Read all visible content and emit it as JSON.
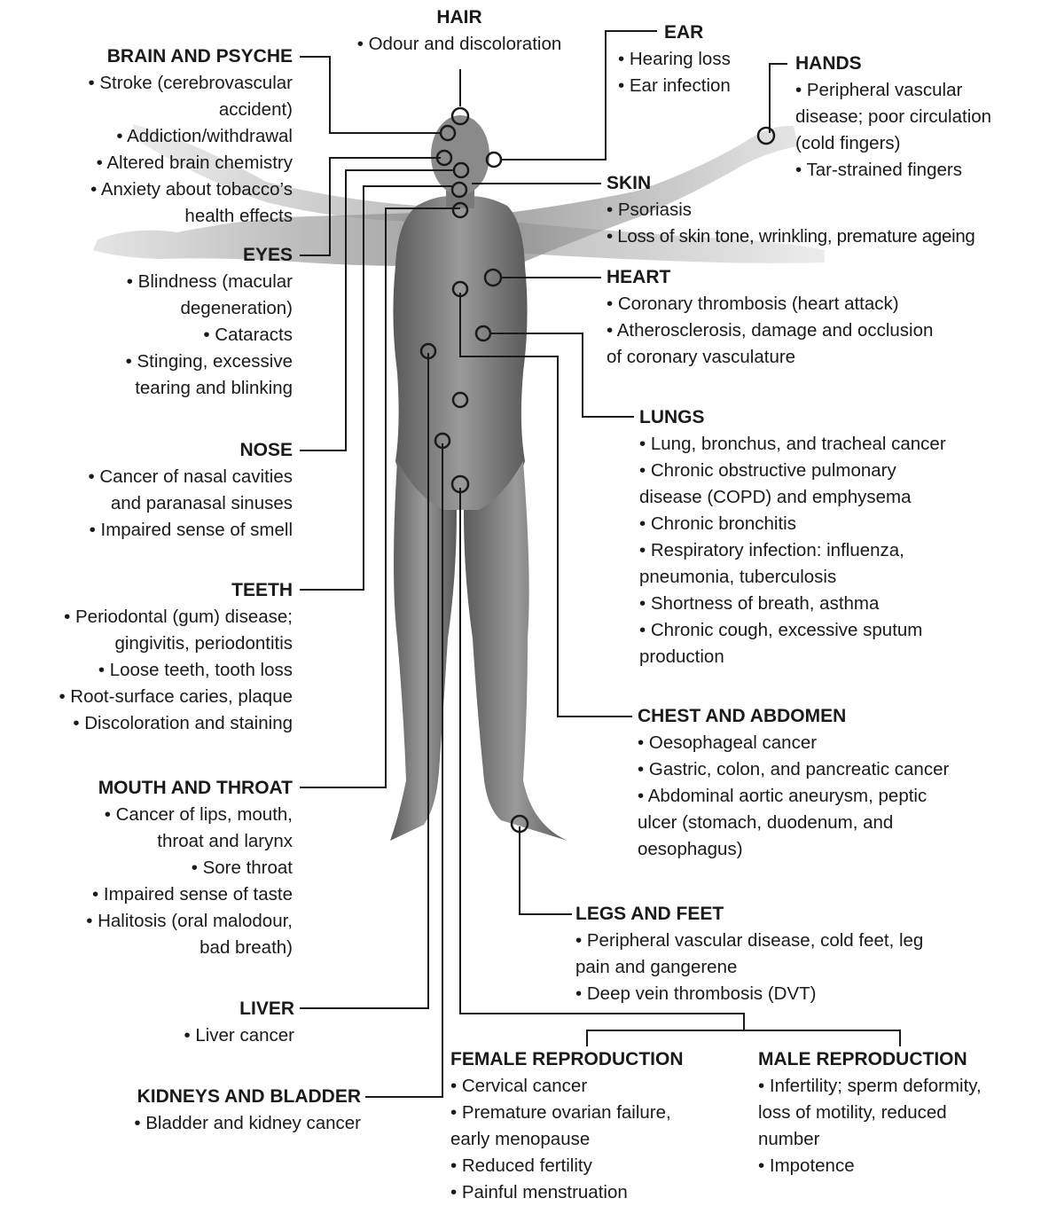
{
  "sections": {
    "hair": {
      "title": "HAIR",
      "items": [
        "• Odour and discoloration"
      ]
    },
    "ear": {
      "title": "EAR",
      "items": [
        "• Hearing loss",
        "• Ear infection"
      ]
    },
    "hands": {
      "title": "HANDS",
      "items": [
        "• Peripheral vascular\ndisease; poor circulation\n(cold fingers)",
        "• Tar-strained fingers"
      ]
    },
    "brain": {
      "title": "BRAIN AND PSYCHE",
      "items": [
        "• Stroke (cerebrovascular\naccident)",
        "• Addiction/withdrawal",
        "• Altered brain chemistry",
        "• Anxiety about tobacco’s\nhealth effects"
      ]
    },
    "skin": {
      "title": "SKIN",
      "items": [
        "• Psoriasis",
        "• Loss of skin tone, wrinkling, premature ageing"
      ]
    },
    "eyes": {
      "title": "EYES",
      "items": [
        "• Blindness (macular\ndegeneration)",
        "• Cataracts",
        "• Stinging, excessive\ntearing and blinking"
      ]
    },
    "heart": {
      "title": "HEART",
      "items": [
        "• Coronary thrombosis (heart attack)",
        "• Atherosclerosis, damage and occlusion\nof coronary vasculature"
      ]
    },
    "lungs": {
      "title": "LUNGS",
      "items": [
        "• Lung, bronchus, and tracheal cancer",
        "• Chronic obstructive pulmonary\ndisease (COPD) and emphysema",
        "• Chronic bronchitis",
        "• Respiratory infection: influenza,\npneumonia, tuberculosis",
        "• Shortness of breath, asthma",
        "• Chronic cough, excessive sputum\nproduction"
      ]
    },
    "nose": {
      "title": "NOSE",
      "items": [
        "• Cancer of nasal cavities\nand paranasal sinuses",
        "• Impaired sense of smell"
      ]
    },
    "teeth": {
      "title": "TEETH",
      "items": [
        "• Periodontal (gum) disease;\ngingivitis, periodontitis",
        "• Loose teeth, tooth loss",
        "• Root-surface caries, plaque",
        "• Discoloration and staining"
      ]
    },
    "chest": {
      "title": "CHEST AND ABDOMEN",
      "items": [
        "• Oesophageal cancer",
        "• Gastric, colon, and pancreatic cancer",
        "• Abdominal aortic aneurysm, peptic\nulcer (stomach, duodenum, and\noesophagus)"
      ]
    },
    "mouth": {
      "title": "MOUTH AND THROAT",
      "items": [
        "• Cancer of lips, mouth,\nthroat and larynx",
        "• Sore throat",
        "• Impaired sense of taste",
        "• Halitosis (oral malodour,\nbad breath)"
      ]
    },
    "legs": {
      "title": "LEGS AND FEET",
      "items": [
        "• Peripheral vascular disease, cold feet, leg\npain and gangerene",
        "• Deep vein thrombosis (DVT)"
      ]
    },
    "liver": {
      "title": "LIVER",
      "items": [
        "• Liver cancer"
      ]
    },
    "kidneys": {
      "title": "KIDNEYS AND BLADDER",
      "items": [
        "• Bladder and kidney cancer"
      ]
    },
    "female": {
      "title": "FEMALE REPRODUCTION",
      "items": [
        "• Cervical cancer",
        "• Premature ovarian failure,\nearly menopause",
        "• Reduced fertility",
        "• Painful menstruation"
      ]
    },
    "male": {
      "title": "MALE REPRODUCTION",
      "items": [
        "• Infertility; sperm deformity,\nloss of motility, reduced\nnumber",
        "• Impotence"
      ]
    }
  }
}
